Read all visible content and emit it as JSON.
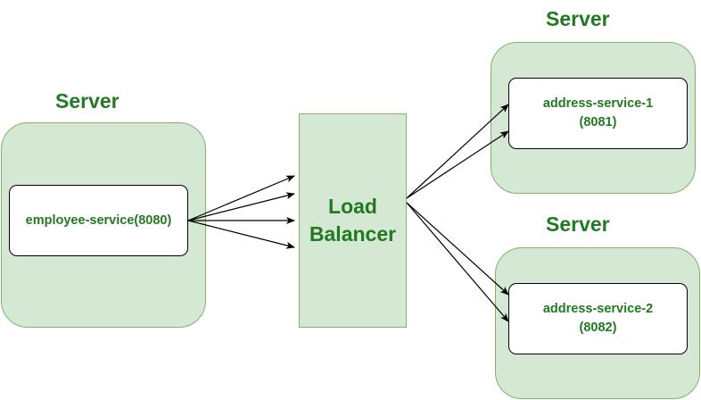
{
  "servers": [
    {
      "label": "Server",
      "service": {
        "line1": "employee-service(8080)",
        "line2": ""
      }
    },
    {
      "label": "Server",
      "service": {
        "line1": "address-service-1",
        "line2": "(8081)"
      }
    },
    {
      "label": "Server",
      "service": {
        "line1": "address-service-2",
        "line2": "(8082)"
      }
    }
  ],
  "load_balancer": {
    "line1": "Load",
    "line2": "Balancer"
  },
  "colors": {
    "text": "#217a21",
    "container_fill": "#d5e8d4",
    "container_border": "#82b366",
    "service_fill": "#ffffff",
    "arrow": "#000000"
  }
}
